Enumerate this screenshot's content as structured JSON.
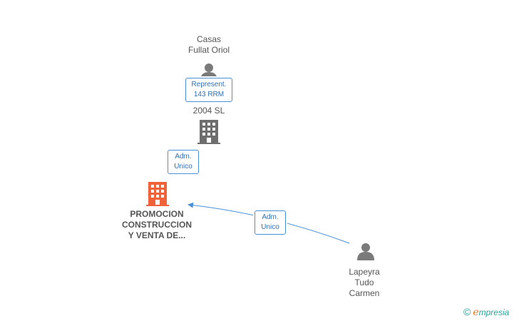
{
  "nodes": {
    "casas_fullat": {
      "name_line1": "Casas",
      "name_line2": "Fullat Oriol"
    },
    "company_2004": {
      "name_visible": "2004 SL"
    },
    "promocion": {
      "line1": "PROMOCION",
      "line2": "CONSTRUCCION",
      "line3": "Y VENTA DE..."
    },
    "lapeyra": {
      "line1": "Lapeyra",
      "line2": "Tudo",
      "line3": "Carmen"
    }
  },
  "relations": {
    "represent": {
      "line1": "Represent.",
      "line2": "143 RRM"
    },
    "adm_unico_1": {
      "line1": "Adm.",
      "line2": "Unico"
    },
    "adm_unico_2": {
      "line1": "Adm.",
      "line2": "Unico"
    }
  },
  "brand": {
    "copyright_symbol": "©",
    "e_letter": "e",
    "rest": "mpresia"
  },
  "colors": {
    "edge": "#4a90d9",
    "person_icon": "#7a7a7a",
    "building_gray": "#6e6e6e",
    "building_highlight": "#f0623a",
    "text": "#555555"
  }
}
